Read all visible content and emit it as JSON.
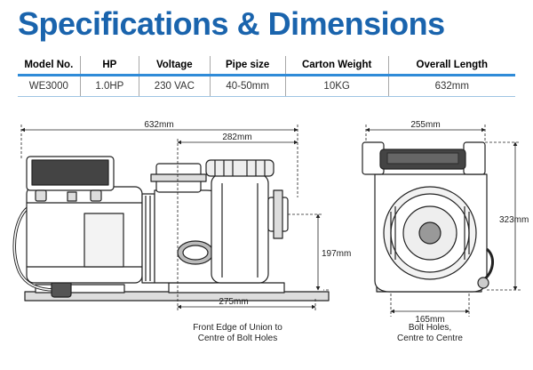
{
  "page": {
    "title": "Specifications & Dimensions",
    "title_color": "#1a64ad",
    "accent_color": "#2f8bd8",
    "line_color": "#222222"
  },
  "spec_table": {
    "headers": [
      "Model No.",
      "HP",
      "Voltage",
      "Pipe size",
      "Carton Weight",
      "Overall Length"
    ],
    "row": [
      "WE3000",
      "1.0HP",
      "230 VAC",
      "40-50mm",
      "10KG",
      "632mm"
    ]
  },
  "side_view": {
    "overall_length": "632mm",
    "union_to_front": "282mm",
    "height_to_union": "197mm",
    "bolt_hole_offset": "275mm",
    "bolt_hole_note_line1": "Front Edge of Union to",
    "bolt_hole_note_line2": "Centre of Bolt Holes"
  },
  "end_view": {
    "width": "255mm",
    "height": "323mm",
    "bolt_spacing": "165mm",
    "bolt_spacing_note_line1": "Bolt Holes,",
    "bolt_spacing_note_line2": "Centre to Centre"
  },
  "icons": [
    "pump-side-view-icon",
    "pump-end-view-icon"
  ]
}
